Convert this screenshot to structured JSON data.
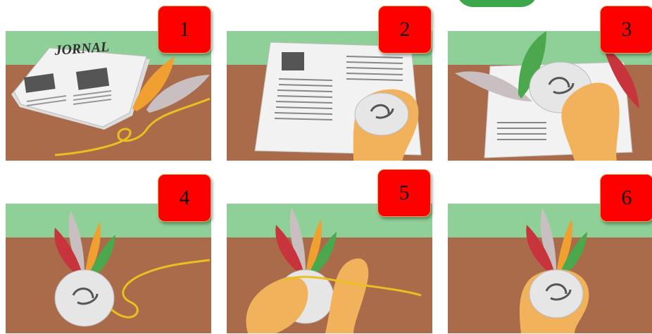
{
  "steps": [
    {
      "number": "1",
      "paper_text": "JORNAL"
    },
    {
      "number": "2"
    },
    {
      "number": "3"
    },
    {
      "number": "4"
    },
    {
      "number": "5"
    },
    {
      "number": "6"
    }
  ],
  "colors": {
    "sky": "#8fcf98",
    "ground": "#a96b4a",
    "badge": "#ff0000",
    "paper": "#ebebeb",
    "skin": "#f2b25c",
    "string": "#e8c020",
    "feather_red": "#c8343c",
    "feather_orange": "#f0a030",
    "feather_green": "#4ba84c",
    "feather_grey": "#c9bfc0"
  }
}
